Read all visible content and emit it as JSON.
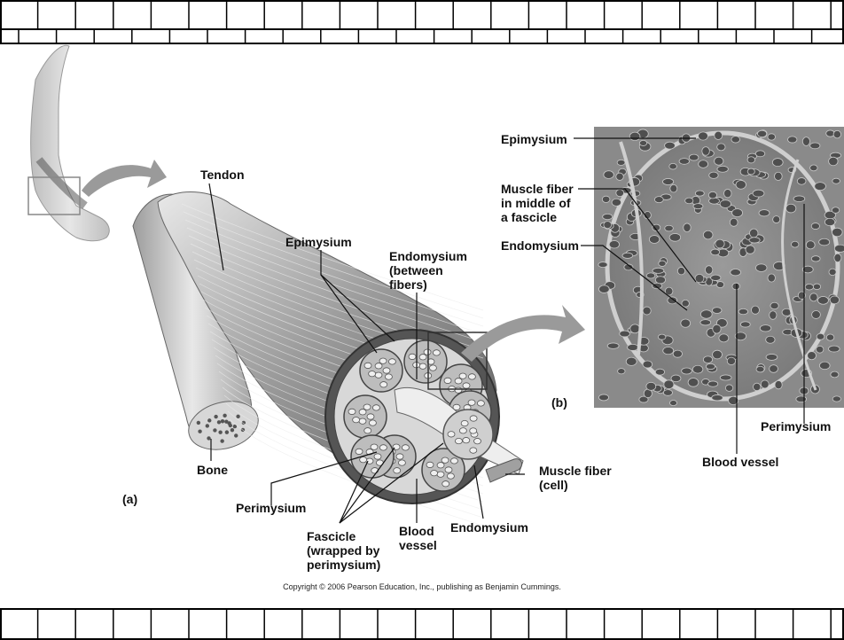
{
  "labels": {
    "tendon": "Tendon",
    "bone": "Bone",
    "epimysium_a": "Epimysium",
    "endomysium_between": "Endomysium\n(between\nfibers)",
    "perimysium_a": "Perimysium",
    "fascicle": "Fascicle\n(wrapped by\nperimysium)",
    "blood_vessel_a": "Blood\nvessel",
    "endomysium_a": "Endomysium",
    "muscle_fiber_cell": "Muscle fiber\n(cell)",
    "epimysium_b": "Epimysium",
    "muscle_fiber_middle": "Muscle fiber\nin middle of\na fascicle",
    "endomysium_b": "Endomysium",
    "blood_vessel_b": "Blood vessel",
    "perimysium_b": "Perimysium"
  },
  "panels": {
    "a": "(a)",
    "b": "(b)"
  },
  "copyright": "Copyright © 2006 Pearson Education, Inc., publishing as Benjamin Cummings."
}
